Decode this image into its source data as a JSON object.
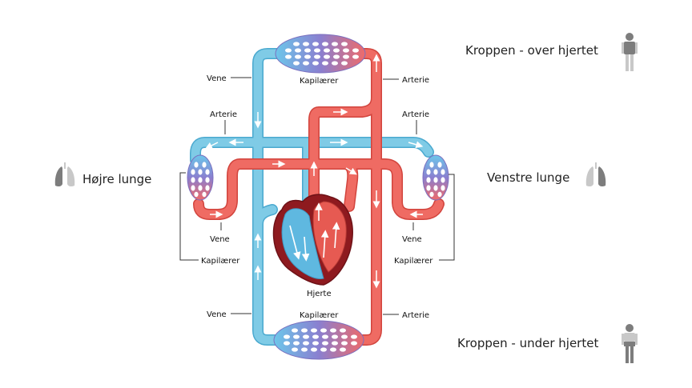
{
  "colors": {
    "vein": "#7fcbe6",
    "vein_edge": "#4aa9cf",
    "artery": "#ef6b63",
    "artery_edge": "#d2443d",
    "heart_dark": "#8e1a1f",
    "icon": "#7d7d7d"
  },
  "labels": {
    "top_vein": "Vene",
    "top_capillary": "Kapilærer",
    "top_artery": "Arterie",
    "left_artery": "Arterie",
    "right_artery": "Arterie",
    "left_vein": "Vene",
    "right_vein": "Vene",
    "left_capillary": "Kapilærer",
    "right_capillary": "Kapilærer",
    "heart": "Hjerte",
    "bottom_vein": "Vene",
    "bottom_capillary": "Kapilærer",
    "bottom_artery": "Arterie"
  },
  "side_labels": {
    "body_upper": "Kroppen - over hjertet",
    "body_lower": "Kroppen - under hjertet",
    "right_lung": "Højre lunge",
    "left_lung": "Venstre lunge"
  },
  "icons": {
    "body_upper": "person-icon",
    "body_lower": "person-icon",
    "right_lung": "lungs-icon",
    "left_lung": "lungs-icon"
  }
}
